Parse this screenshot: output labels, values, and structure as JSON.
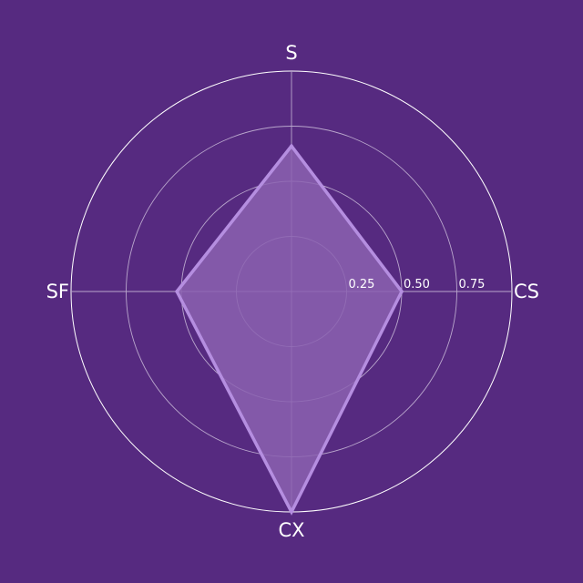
{
  "colors": {
    "background": "#562a80",
    "grid": "#b9a6cc",
    "outer_ring": "#ffffff",
    "fill": "#8b62b0",
    "stroke": "#b58ee0"
  },
  "chart_data": {
    "type": "radar",
    "axes": [
      "S",
      "CS",
      "CX",
      "SF"
    ],
    "rlim": [
      0,
      1
    ],
    "radial_ticks": [
      0.25,
      0.5,
      0.75
    ],
    "radial_tick_labels": [
      "0.25",
      "0.50",
      "0.75"
    ],
    "grid": true,
    "series": [
      {
        "values": [
          0.66,
          0.5,
          1.0,
          0.52
        ]
      }
    ]
  }
}
